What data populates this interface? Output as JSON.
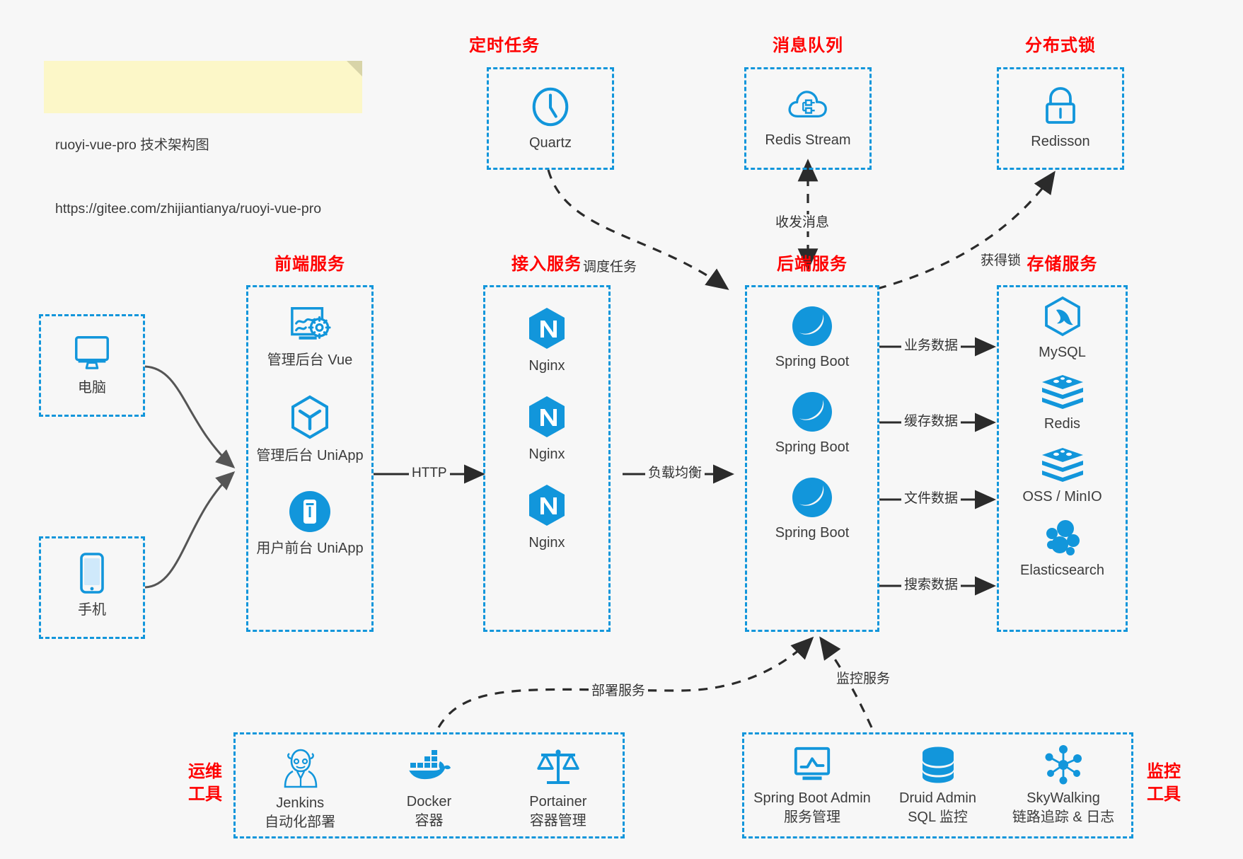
{
  "note": {
    "line1": "ruoyi-vue-pro 技术架构图",
    "line2": "https://gitee.com/zhijiantianya/ruoyi-vue-pro"
  },
  "colors": {
    "accent": "#1296db",
    "title_red": "#ff0000",
    "background": "#f7f7f7",
    "note_bg": "#fcf7c8",
    "edge_gray": "#555555",
    "edge_dark": "#2b2b2b"
  },
  "groups": {
    "scheduler": {
      "title": "定时任务",
      "items": [
        {
          "label": "Quartz",
          "icon": "clock-icon"
        }
      ]
    },
    "mq": {
      "title": "消息队列",
      "items": [
        {
          "label": "Redis Stream",
          "icon": "cloud-node-icon"
        }
      ]
    },
    "lock": {
      "title": "分布式锁",
      "items": [
        {
          "label": "Redisson",
          "icon": "padlock-icon"
        }
      ]
    },
    "clients": {
      "items": [
        {
          "label": "电脑",
          "icon": "desktop-icon"
        },
        {
          "label": "手机",
          "icon": "mobile-icon"
        }
      ]
    },
    "frontend": {
      "title": "前端服务",
      "items": [
        {
          "label": "管理后台 Vue",
          "icon": "dashboard-gear-icon"
        },
        {
          "label": "管理后台 UniApp",
          "icon": "hexagon-y-icon"
        },
        {
          "label": "用户前台 UniApp",
          "icon": "mobile-app-icon"
        }
      ]
    },
    "gateway": {
      "title": "接入服务",
      "items": [
        {
          "label": "Nginx",
          "icon": "nginx-icon"
        },
        {
          "label": "Nginx",
          "icon": "nginx-icon"
        },
        {
          "label": "Nginx",
          "icon": "nginx-icon"
        }
      ]
    },
    "backend": {
      "title": "后端服务",
      "items": [
        {
          "label": "Spring Boot",
          "icon": "spring-leaf-icon"
        },
        {
          "label": "Spring Boot",
          "icon": "spring-leaf-icon"
        },
        {
          "label": "Spring Boot",
          "icon": "spring-leaf-icon"
        }
      ]
    },
    "storage": {
      "title": "存储服务",
      "items": [
        {
          "label": "MySQL",
          "icon": "mysql-dolphin-icon"
        },
        {
          "label": "Redis",
          "icon": "redis-stack-icon"
        },
        {
          "label": "OSS / MinIO",
          "icon": "redis-stack-icon"
        },
        {
          "label": "Elasticsearch",
          "icon": "elasticsearch-icon"
        }
      ]
    },
    "devops": {
      "title_line1": "运维",
      "title_line2": "工具",
      "items": [
        {
          "label": "Jenkins",
          "sub": "自动化部署",
          "icon": "jenkins-butler-icon"
        },
        {
          "label": "Docker",
          "sub": "容器",
          "icon": "docker-whale-icon"
        },
        {
          "label": "Portainer",
          "sub": "容器管理",
          "icon": "scales-icon"
        }
      ]
    },
    "monitor": {
      "title_line1": "监控",
      "title_line2": "工具",
      "items": [
        {
          "label": "Spring Boot Admin",
          "sub": "服务管理",
          "icon": "monitor-chart-icon"
        },
        {
          "label": "Druid Admin",
          "sub": "SQL 监控",
          "icon": "database-icon"
        },
        {
          "label": "SkyWalking",
          "sub": "链路追踪 & 日志",
          "icon": "network-nodes-icon"
        }
      ]
    }
  },
  "edges": [
    {
      "name": "http",
      "label": "HTTP"
    },
    {
      "name": "lb",
      "label": "负载均衡"
    },
    {
      "name": "schedule",
      "label": "调度任务"
    },
    {
      "name": "mq-msg",
      "label": "收发消息"
    },
    {
      "name": "acquire-lock",
      "label": "获得锁"
    },
    {
      "name": "biz-data",
      "label": "业务数据"
    },
    {
      "name": "cache-data",
      "label": "缓存数据"
    },
    {
      "name": "file-data",
      "label": "文件数据"
    },
    {
      "name": "search-data",
      "label": "搜索数据"
    },
    {
      "name": "deploy",
      "label": "部署服务"
    },
    {
      "name": "monitoring",
      "label": "监控服务"
    }
  ]
}
